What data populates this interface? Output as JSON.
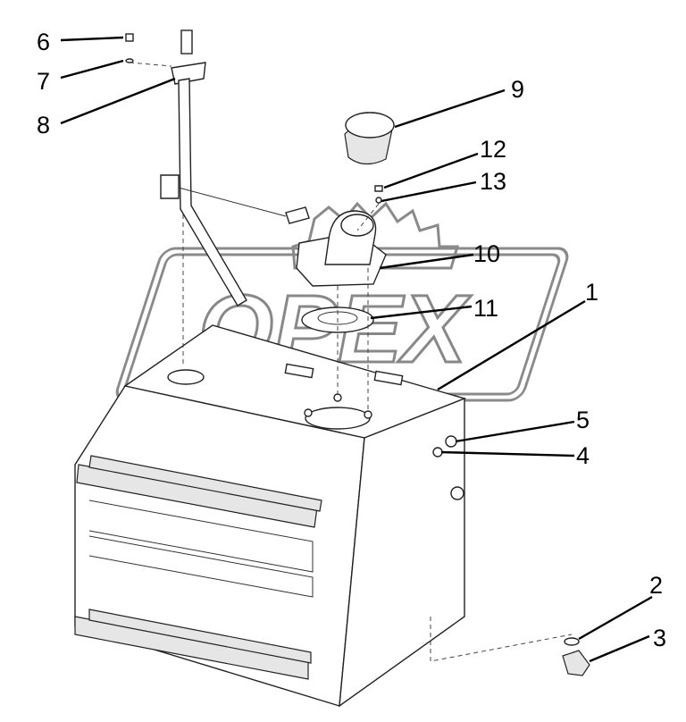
{
  "watermark": {
    "text": "OPEX",
    "color": "#888888"
  },
  "callouts": [
    {
      "id": "1",
      "label": "1"
    },
    {
      "id": "2",
      "label": "2"
    },
    {
      "id": "3",
      "label": "3"
    },
    {
      "id": "4",
      "label": "4"
    },
    {
      "id": "5",
      "label": "5"
    },
    {
      "id": "6",
      "label": "6"
    },
    {
      "id": "7",
      "label": "7"
    },
    {
      "id": "8",
      "label": "8"
    },
    {
      "id": "9",
      "label": "9"
    },
    {
      "id": "10",
      "label": "10"
    },
    {
      "id": "11",
      "label": "11"
    },
    {
      "id": "12",
      "label": "12"
    },
    {
      "id": "13",
      "label": "13"
    }
  ]
}
